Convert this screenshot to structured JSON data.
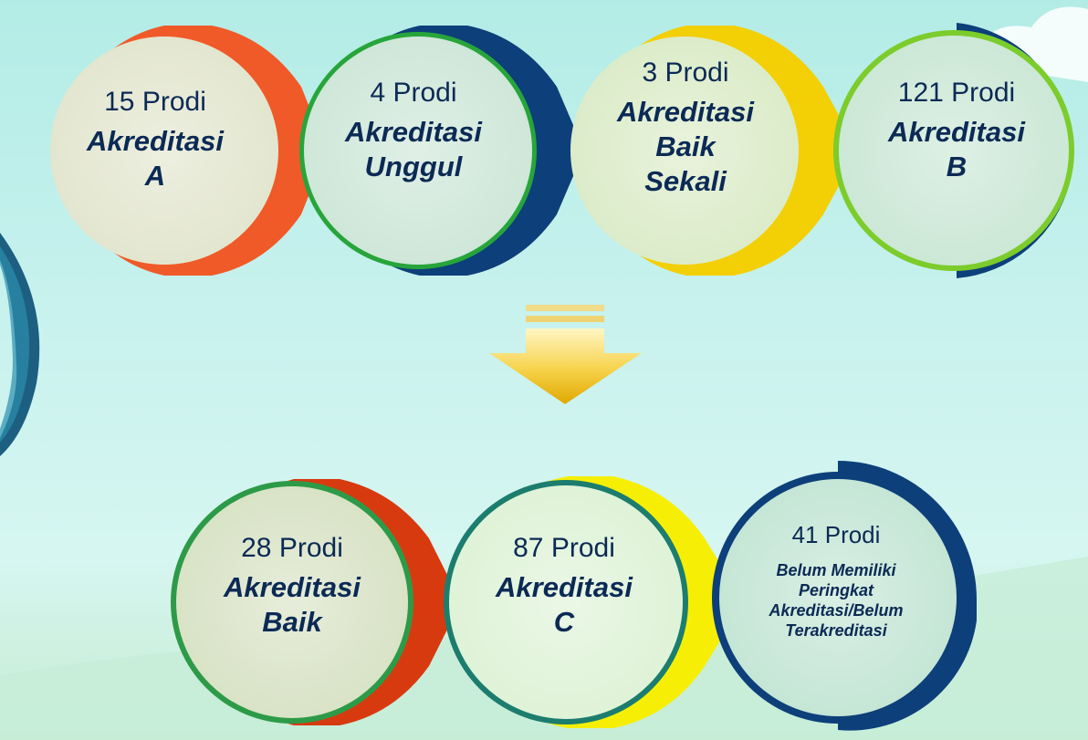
{
  "diagram": {
    "top_row": [
      {
        "count": "15 Prodi",
        "label_lines": [
          "Akreditasi",
          "A"
        ],
        "ring_color": "#f05a28",
        "fill_color": "#e3e6cf"
      },
      {
        "count": "4 Prodi",
        "label_lines": [
          "Akreditasi",
          "Unggul"
        ],
        "ring_color": "#0d3f7a",
        "accent_color": "#27a53a",
        "fill_color": "#cfe7d9"
      },
      {
        "count": "3 Prodi",
        "label_lines": [
          "Akreditasi",
          "Baik",
          "Sekali"
        ],
        "ring_color": "#f3cf05",
        "fill_color": "#dcecc9"
      },
      {
        "count": "121 Prodi",
        "label_lines": [
          "Akreditasi",
          "B"
        ],
        "ring_color": "#0d3f7a",
        "accent_color": "#7ccc2c",
        "fill_color": "#cce8d6"
      }
    ],
    "bottom_row": [
      {
        "count": "28 Prodi",
        "label_lines": [
          "Akreditasi",
          "Baik"
        ],
        "ring_color": "#d83a10",
        "accent_color": "#2d9a48",
        "fill_color": "#d9e3c6"
      },
      {
        "count": "87 Prodi",
        "label_lines": [
          "Akreditasi",
          "C"
        ],
        "ring_color": "#f6ef05",
        "accent_color": "#1c7d6e",
        "fill_color": "#dff3d8"
      },
      {
        "count": "41 Prodi",
        "label_lines": [
          "Belum Memiliki",
          "Peringkat",
          "Akreditasi/Belum",
          "Terakreditasi"
        ],
        "ring_color": "#0d3f7a",
        "fill_color": "#c5e6d6"
      }
    ],
    "arrow_icon": "down-arrow-icon",
    "arrow_color": "#f3c41e",
    "text_color": "#0b2a55",
    "background_color": "#c4efea"
  }
}
